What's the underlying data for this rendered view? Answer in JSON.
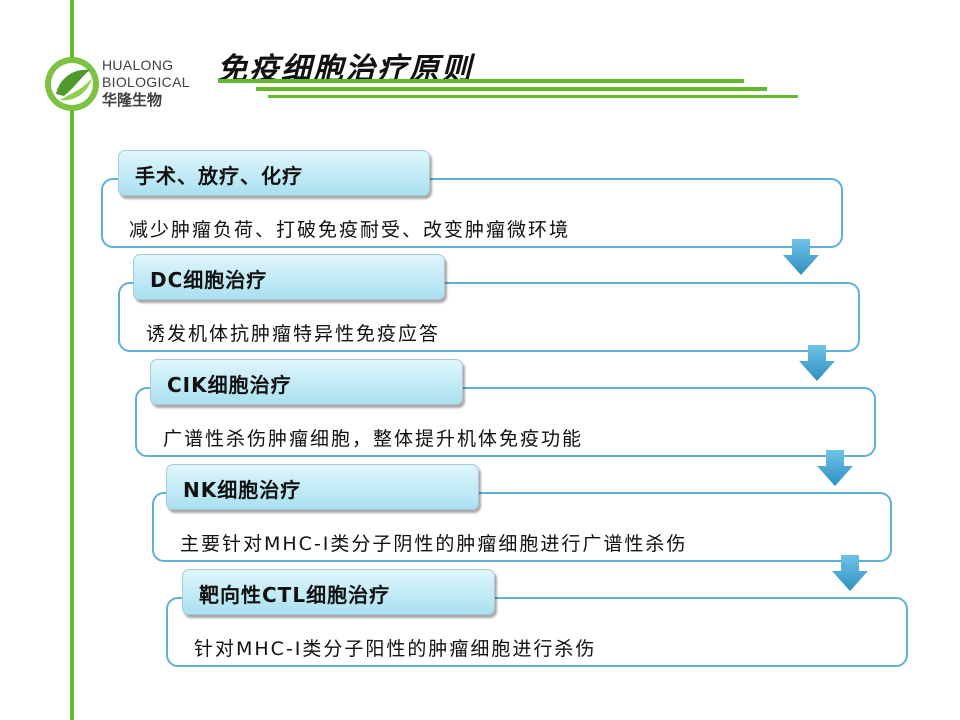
{
  "logo": {
    "en_line1": "HUALONG",
    "en_line2": "BIOLOGICAL",
    "cn": "华隆生物"
  },
  "title": "免疫细胞治疗原则",
  "colors": {
    "accent_green": "#66b82e",
    "box_border": "#5fb0d8",
    "arrow_blue": "#3ea0cf"
  },
  "steps": [
    {
      "heading": "手术、放疗、化疗",
      "text": "减少肿瘤负荷、打破免疫耐受、改变肿瘤微环境"
    },
    {
      "heading": "DC细胞治疗",
      "text": "诱发机体抗肿瘤特异性免疫应答"
    },
    {
      "heading": "CIK细胞治疗",
      "text": "广谱性杀伤肿瘤细胞，整体提升机体免疫功能"
    },
    {
      "heading": "NK细胞治疗",
      "text": "主要针对MHC-Ⅰ类分子阴性的肿瘤细胞进行广谱性杀伤"
    },
    {
      "heading": "靶向性CTL细胞治疗",
      "text": "针对MHC-Ⅰ类分子阳性的肿瘤细胞进行杀伤"
    }
  ],
  "icons": {
    "logo": "leaf-logo-icon",
    "arrow": "down-arrow-icon"
  }
}
